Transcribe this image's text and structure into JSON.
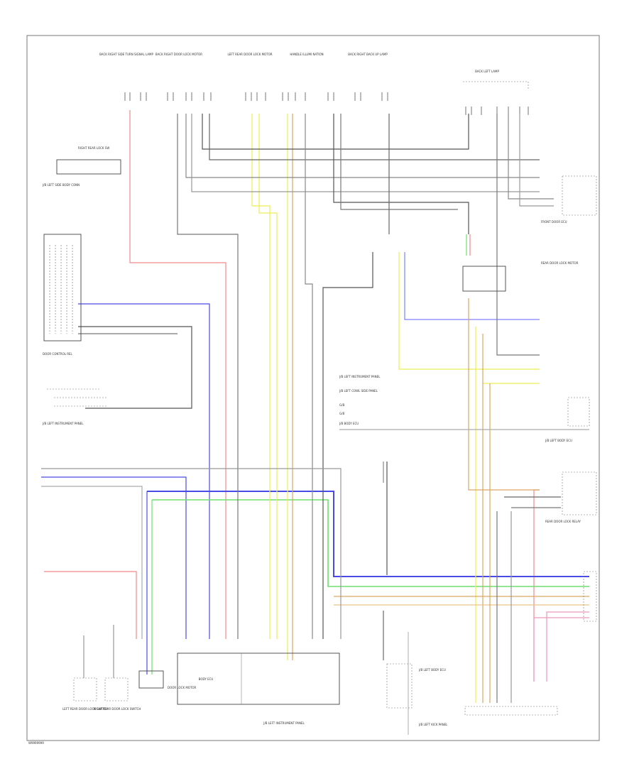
{
  "diagram": {
    "code": "W9999999",
    "top_components": [
      "BACK RIGHT SIDE TURN SIGNAL LAMP",
      "BACK RIGHT DOOR LOCK MOTOR",
      "LEFT REAR DOOR LOCK MOTOR",
      "HANDLE ILLUMI NATION",
      "BACK RIGHT BACK UP LAMP",
      "BACK LEFT LAMP"
    ],
    "left_components": [
      "RIGHT REAR LOCK SW",
      "J/B LEFT SIDE BODY CONN",
      "DOOR CONTROL REL",
      "J/B LEFT INSTRUMENT PANEL"
    ],
    "right_components": [
      "FRONT DOOR ECU",
      "REAR DOOR LOCK MOTOR",
      "J/B LEFT BODY ECU",
      "REAR DOOR LOCK RELAY"
    ],
    "legend": [
      "J/B LEFT INSTRUMENT PANEL",
      "J/B LEFT COWL SIDE PANEL",
      "G/B",
      "G/B",
      "J/B BODY ECU"
    ],
    "bottom_components": [
      "LEFT REAR DOOR LOCK SWITCH",
      "RIGHT REAR DOOR LOCK SWITCH",
      "DOOR LOCK MOTOR",
      "BODY ECU",
      "J/B LEFT BODY ECU",
      "J/B LEFT KICK PANEL"
    ],
    "bottom_center_label": "J/B LEFT INSTRUMENT PANEL",
    "wire_colors": {
      "red": "#f08a8a",
      "blue": "#4a4ae8",
      "green": "#6ee06e",
      "yellow": "#eded55",
      "orange": "#d9a760",
      "pink": "#e99bbd",
      "gray": "#9a9a9a",
      "dark": "#555555",
      "light": "#cccccc"
    }
  }
}
